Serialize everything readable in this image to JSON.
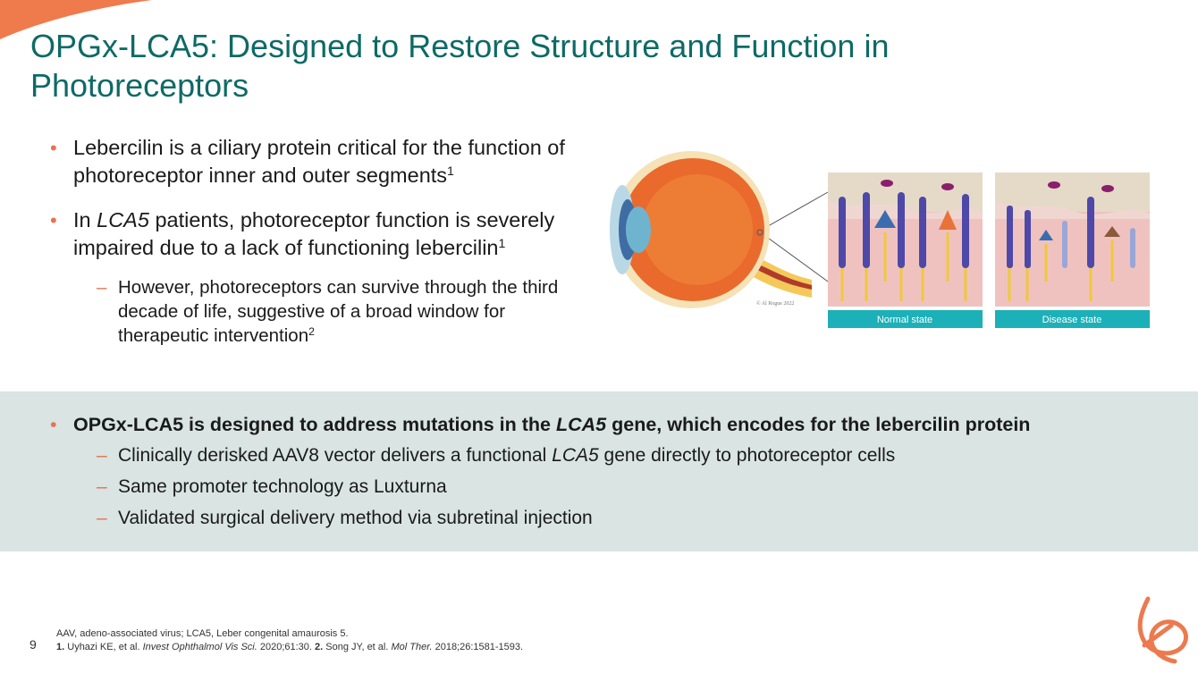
{
  "slide": {
    "title": "OPGx-LCA5: Designed to Restore Structure and Function in Photoreceptors",
    "page_number": "9",
    "colors": {
      "title": "#0e6a66",
      "accent": "#e8734f",
      "band": "#d9e4e3",
      "label_bg": "#1cb0b8"
    }
  },
  "bullets": {
    "b1_text": "Lebercilin is a ciliary protein critical for the function of photoreceptor inner and outer segments",
    "b1_sup": "1",
    "b2_pre": "In ",
    "b2_em": "LCA5",
    "b2_post": " patients, photoreceptor function is severely impaired due to a lack of functioning lebercilin",
    "b2_sup": "1",
    "b2_sub_text": "However, photoreceptors can survive through the third decade of life, suggestive of a broad window for therapeutic intervention",
    "b2_sub_sup": "2"
  },
  "figure": {
    "normal_label": "Normal state",
    "disease_label": "Disease state",
    "signature": "© Al Rogue 2022"
  },
  "band": {
    "main_pre": "OPGx-LCA5 is designed to address mutations in the ",
    "main_em": "LCA5",
    "main_post": " gene, which encodes for the lebercilin protein",
    "sub1_pre": "Clinically derisked AAV8 vector delivers a functional ",
    "sub1_em": "LCA5",
    "sub1_post": " gene directly to photoreceptor cells",
    "sub2": "Same promoter technology as Luxturna",
    "sub3": "Validated surgical delivery method via subretinal injection"
  },
  "footnotes": {
    "abbrev": "AAV, adeno-associated virus; LCA5, Leber congenital amaurosis 5.",
    "ref1_num": "1.",
    "ref1_authors": " Uyhazi KE, et al. ",
    "ref1_journal": "Invest Ophthalmol Vis Sci.",
    "ref1_rest": " 2020;61:30. ",
    "ref2_num": "2.",
    "ref2_authors": " Song JY, et al. ",
    "ref2_journal": "Mol Ther.",
    "ref2_rest": " 2018;26:1581-1593."
  }
}
